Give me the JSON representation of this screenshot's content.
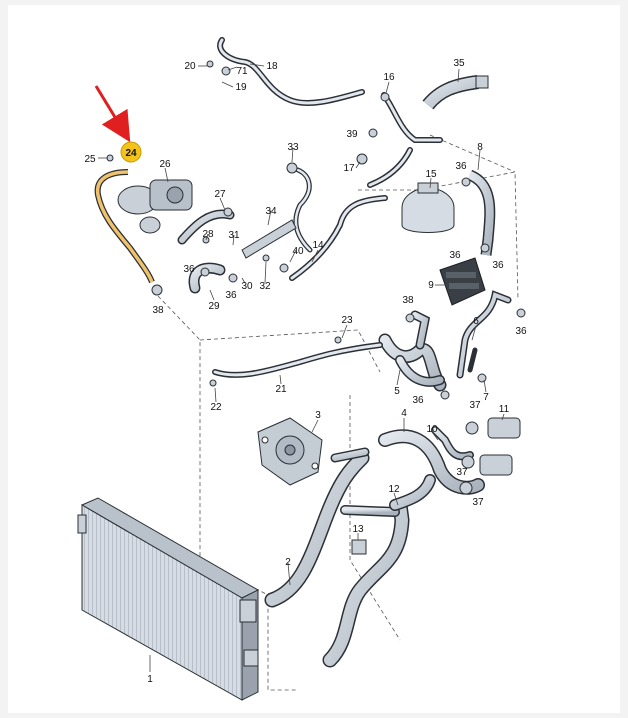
{
  "colors": {
    "background": "#f3f3f3",
    "panel": "#ffffff",
    "part_fill": "#c9d0d8",
    "part_stroke": "#2b2f36",
    "highlight_badge": "#f3c21b",
    "highlight_hose": "#f0c36a",
    "arrow": "#e02020",
    "leader_line": "#444444"
  },
  "highlighted_part": "24",
  "labels": {
    "l1": "1",
    "l2": "2",
    "l3": "3",
    "l4": "4",
    "l5": "5",
    "l6": "6",
    "l7": "7",
    "l8": "8",
    "l9": "9",
    "l10": "10",
    "l11": "11",
    "l12": "12",
    "l13": "13",
    "l14": "14",
    "l15": "15",
    "l16": "16",
    "l17": "17",
    "l18": "18",
    "l19": "19",
    "l20": "20",
    "l21": "21",
    "l22": "22",
    "l23": "23",
    "l24": "24",
    "l25": "25",
    "l26": "26",
    "l27": "27",
    "l28": "28",
    "l29": "29",
    "l30": "30",
    "l31": "31",
    "l32": "32",
    "l33": "33",
    "l34": "34",
    "l35": "35",
    "l36": "36",
    "l37": "37",
    "l38": "38",
    "l39": "39",
    "l40": "40",
    "l71": "71"
  },
  "icons": {
    "pointer_arrow": "red-arrow-icon",
    "badge": "yellow-circle-badge"
  }
}
